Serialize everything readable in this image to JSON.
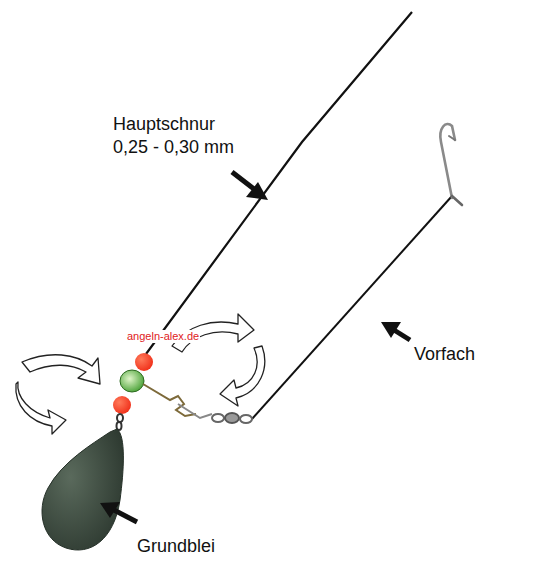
{
  "diagram": {
    "labels": [
      "Hauptschnur",
      "0,25 - 0,30 mm",
      "angeln-alex.de",
      "Vorfach",
      "Grundblei"
    ]
  }
}
